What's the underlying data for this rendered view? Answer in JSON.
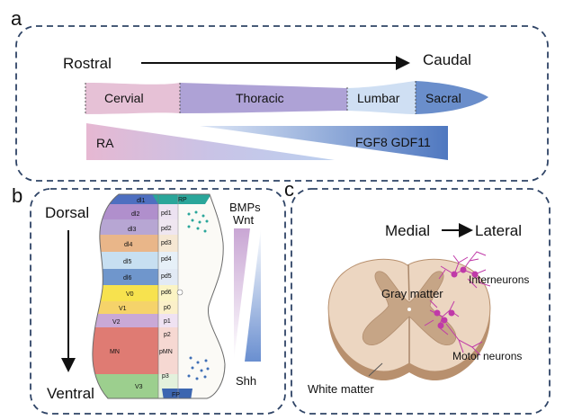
{
  "panel_a": {
    "label": "a",
    "rostral": "Rostral",
    "caudal": "Caudal",
    "segments": [
      "Cervial",
      "Thoracic",
      "Lumbar",
      "Sacral"
    ],
    "ra": "RA",
    "fgf": "FGF8 GDF11"
  },
  "panel_b": {
    "label": "b",
    "dorsal": "Dorsal",
    "ventral": "Ventral",
    "bmps": "BMPs",
    "wnt": "Wnt",
    "shh": "Shh",
    "rp": "RP",
    "fp": "FP",
    "left_domains": [
      "dl1",
      "dl2",
      "dl3",
      "dl4",
      "dl5",
      "dl6",
      "V0",
      "V1",
      "V2",
      "MN",
      "V3"
    ],
    "right_domains": [
      "pd1",
      "pd2",
      "pd3",
      "pd4",
      "pd5",
      "pd6",
      "p0",
      "p1",
      "p2",
      "pMN",
      "p3"
    ]
  },
  "panel_c": {
    "label": "c",
    "medial": "Medial",
    "lateral": "Lateral",
    "gray_matter": "Gray matter",
    "white_matter": "White matter",
    "interneurons": "Interneurons",
    "motor_neurons": "Motor neurons"
  },
  "colors": {
    "border": "#2f4466",
    "cervical": "#e6b8cc",
    "thoracic": "#a99ad0",
    "lumbar": "#c5d8f0",
    "sacral": "#5a82c4",
    "cord_outer": "#e8d4c0",
    "cord_gray": "#c9a98c",
    "neuron": "#c03aa8"
  }
}
